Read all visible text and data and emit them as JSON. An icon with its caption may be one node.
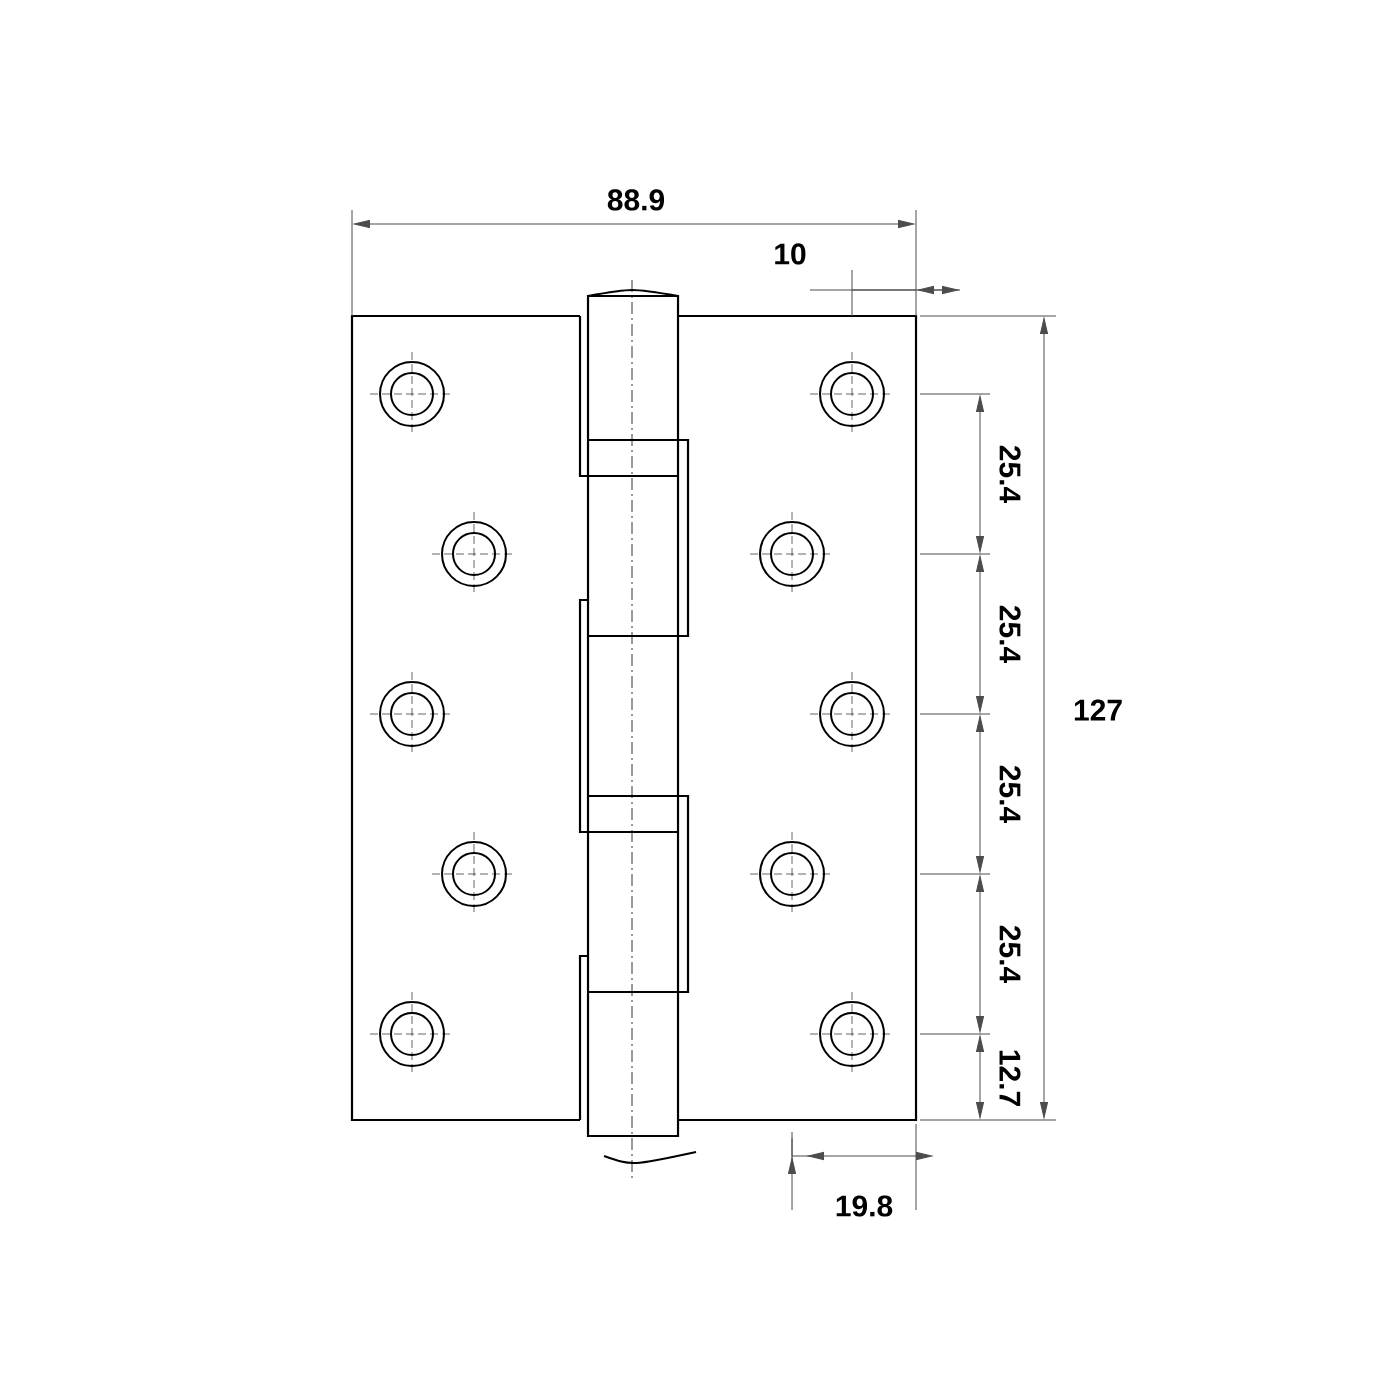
{
  "diagram": {
    "labels": [
      "88.9",
      "10",
      "25.4",
      "25.4",
      "25.4",
      "25.4",
      "12.7",
      "127",
      "19.8"
    ]
  }
}
